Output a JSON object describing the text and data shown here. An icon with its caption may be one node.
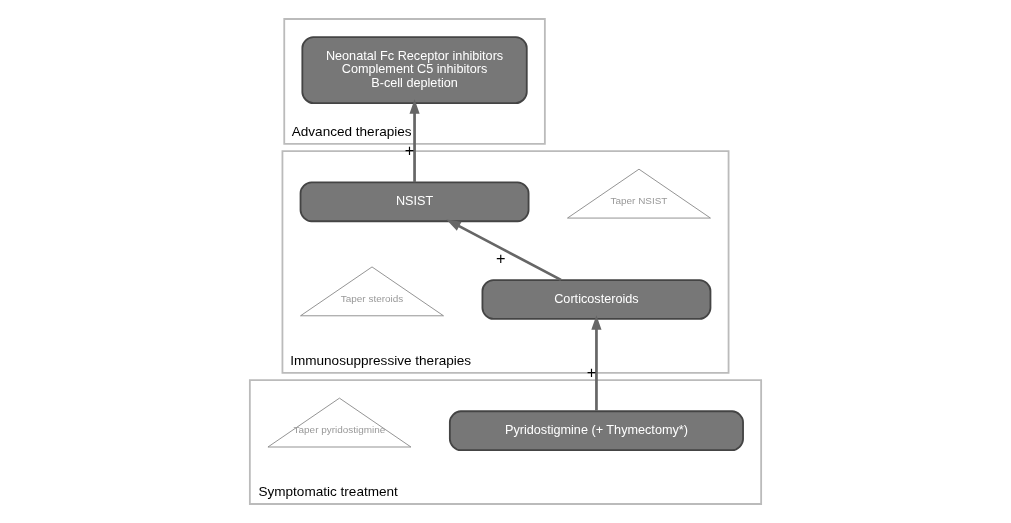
{
  "diagram": {
    "nodes": [
      {
        "text": [
          "Advanced therapies"
        ]
      },
      {
        "text": [
          "Neonatal Fc Receptor inhibitors",
          "Complement C5 inhibitors",
          "B-cell depletion"
        ],
        "in": 0
      },
      {
        "text": [
          "Immunosuppressive therapies"
        ]
      },
      {
        "text": [
          "NSIST"
        ],
        "in": 2
      },
      {
        "text": [
          "Taper NSIST"
        ],
        "in": 2
      },
      {
        "text": [
          "Corticosteroids"
        ],
        "in": 2
      },
      {
        "text": [
          "Taper steroids"
        ],
        "in": 2
      },
      {
        "text": [
          "Symptomatic treatment"
        ]
      },
      {
        "text": [
          "Pyridostigmine (+ Thymectomy*)"
        ],
        "in": 7
      },
      {
        "text": [
          "Taper pyridostigmine"
        ],
        "in": 7
      }
    ],
    "edges": [
      {
        "from": 8,
        "to": 5,
        "arrow": "to",
        "label": "+"
      },
      {
        "from": 5,
        "to": 3,
        "arrow": "to",
        "label": "+"
      },
      {
        "from": 3,
        "to": 1,
        "arrow": "to",
        "label": "+"
      }
    ]
  }
}
